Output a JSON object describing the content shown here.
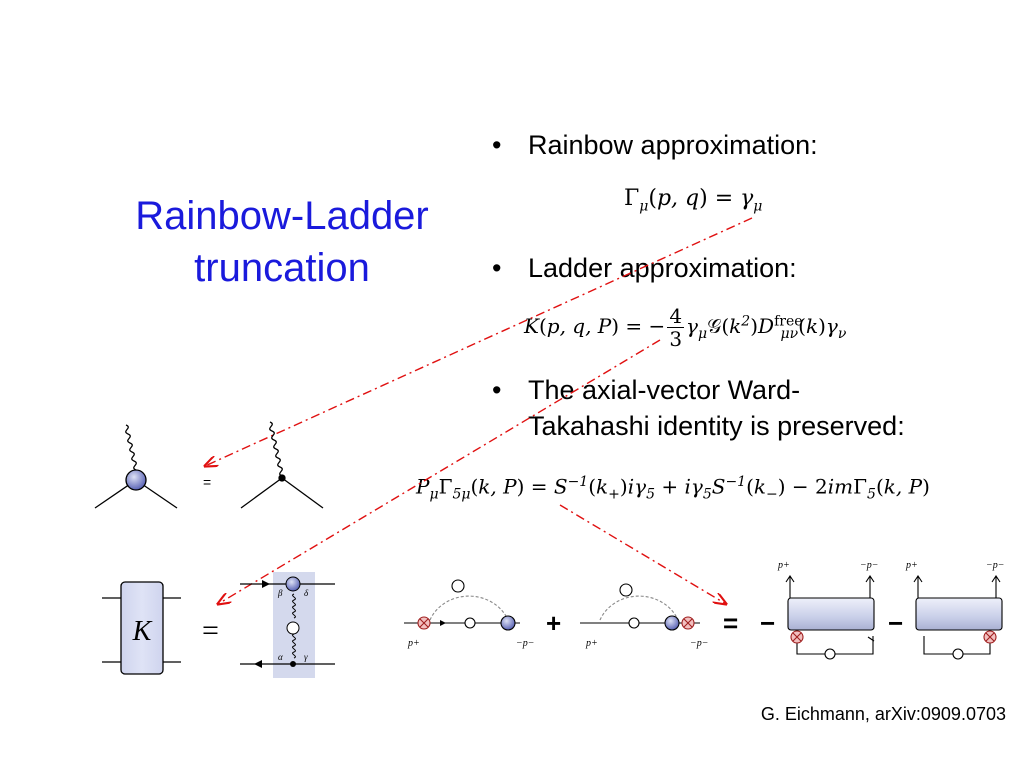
{
  "title": {
    "line1": "Rainbow-Ladder",
    "line2": "truncation"
  },
  "bullets": [
    {
      "marker": "•",
      "text": "Rainbow approximation:"
    },
    {
      "marker": "•",
      "text": "Ladder approximation:"
    },
    {
      "marker": "•",
      "text": "The axial-vector Ward-Takahashi identity is preserved:"
    }
  ],
  "equations": {
    "rainbow": "Γμ(p,q) = γμ",
    "ladder": "K(p,q,P) = −4/3 γμ 𝒢(k²) Dμν^free(k) γν",
    "wti": "PμΓ5μ(k,P) = S⁻¹(k+)iγ5 + iγ5S⁻¹(k−) − 2imΓ5(k,P)"
  },
  "diagrams": {
    "vertex_equals": "=",
    "kernel_label": "K",
    "kernel_equals": "=",
    "kernel_greek": [
      "β",
      "δ",
      "α",
      "γ"
    ],
    "wti_ops": [
      "+",
      "=",
      "−",
      "−"
    ],
    "momenta": [
      "p+",
      "−p−",
      "p+",
      "−p−",
      "p+",
      "−p−",
      "p+",
      "−p−"
    ]
  },
  "citation": "G. Eichmann, arXiv:0909.0703",
  "colors": {
    "title": "#1a1adc",
    "arrow": "#e01010",
    "blob": "#6f78c8",
    "box": "#c9cfe9"
  }
}
